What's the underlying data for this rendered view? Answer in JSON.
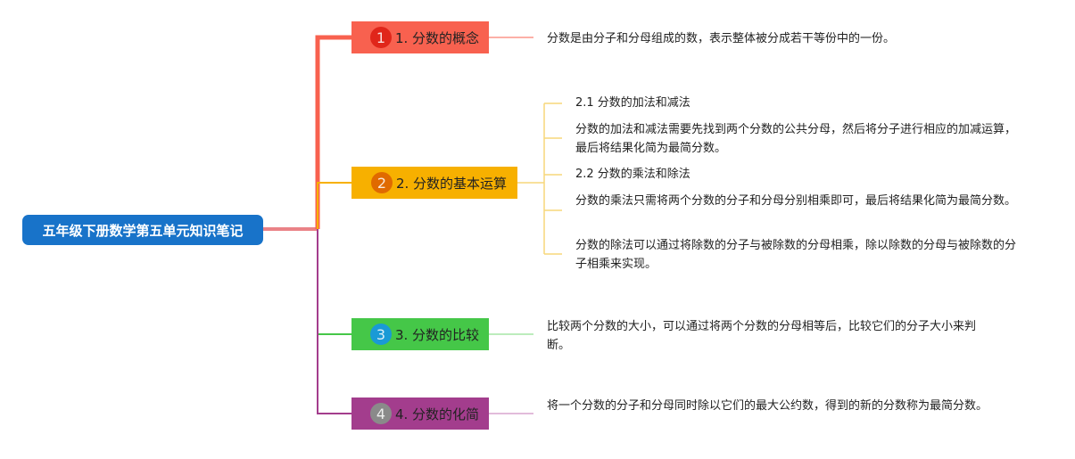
{
  "root": {
    "title": "五年级下册数学第五单元知识笔记"
  },
  "branches": [
    {
      "number": "1",
      "label": "1. 分数的概念",
      "color": "#f8614f",
      "badge_color": "#e0261a",
      "leaves": [
        "分数是由分子和分母组成的数，表示整体被分成若干等份中的一份。"
      ]
    },
    {
      "number": "2",
      "label": "2. 分数的基本运算",
      "color": "#f7b000",
      "badge_color": "#e06a00",
      "leaves": [
        "2.1 分数的加法和减法",
        "分数的加法和减法需要先找到两个分数的公共分母，然后将分子进行相应的加减运算，最后将结果化简为最简分数。",
        "2.2 分数的乘法和除法",
        "分数的乘法只需将两个分数的分子和分母分别相乘即可，最后将结果化简为最简分数。",
        "分数的除法可以通过将除数的分子与被除数的分母相乘，除以除数的分母与被除数的分子相乘来实现。"
      ]
    },
    {
      "number": "3",
      "label": "3. 分数的比较",
      "color": "#45c748",
      "badge_color": "#1a9ad6",
      "leaves": [
        "比较两个分数的大小，可以通过将两个分数的分母相等后，比较它们的分子大小来判断。"
      ]
    },
    {
      "number": "4",
      "label": "4. 分数的化简",
      "color": "#a33d8d",
      "badge_color": "#8a8a8a",
      "leaves": [
        "将一个分数的分子和分母同时除以它们的最大公约数，得到的新的分数称为最简分数。"
      ]
    }
  ]
}
